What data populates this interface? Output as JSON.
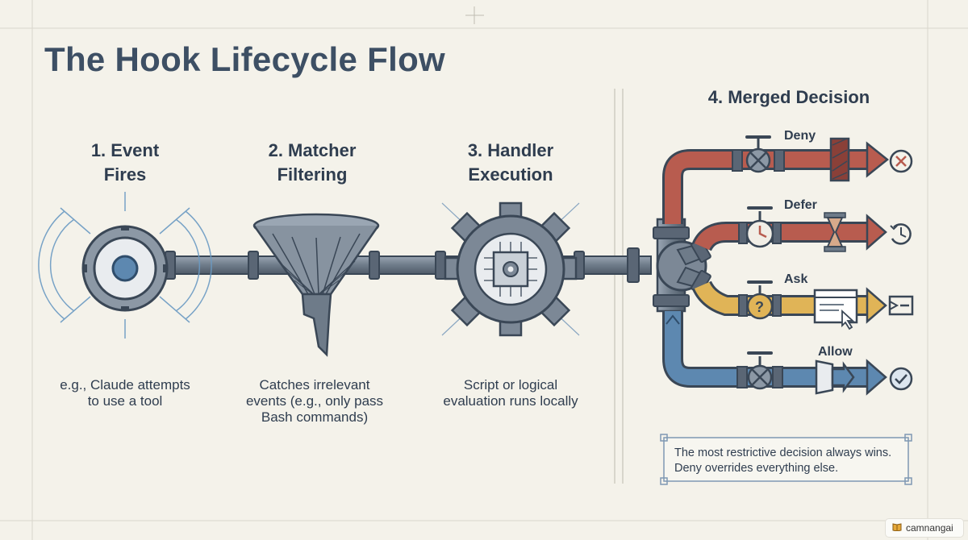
{
  "title": "The Hook Lifecycle Flow",
  "steps": [
    {
      "title_line1": "1. Event",
      "title_line2": "Fires",
      "desc_line1": "e.g., Claude attempts",
      "desc_line2": "to use a tool",
      "desc_line3": ""
    },
    {
      "title_line1": "2. Matcher",
      "title_line2": "Filtering",
      "desc_line1": "Catches irrelevant",
      "desc_line2": "events (e.g., only pass",
      "desc_line3": "Bash commands)"
    },
    {
      "title_line1": "3. Handler",
      "title_line2": "Execution",
      "desc_line1": "Script or logical",
      "desc_line2": "evaluation runs locally",
      "desc_line3": ""
    }
  ],
  "merged": {
    "title": "4. Merged Decision",
    "outcomes": [
      {
        "label": "Deny",
        "color": "#b85c4f",
        "icon": "x-circle-icon"
      },
      {
        "label": "Defer",
        "color": "#b85c4f",
        "icon": "clock-icon"
      },
      {
        "label": "Ask",
        "color": "#e0b457",
        "icon": "prompt-icon"
      },
      {
        "label": "Allow",
        "color": "#5d88b0",
        "icon": "check-circle-icon"
      }
    ]
  },
  "note": {
    "line1": "The most restrictive decision always wins.",
    "line2": "Deny overrides everything else."
  },
  "brand": "camnangai",
  "colors": {
    "steel": "#6e7b89",
    "steel_dark": "#3a4756",
    "red": "#b85c4f",
    "yellow": "#e0b457",
    "blue": "#5d88b0",
    "bg": "#f4f2ea",
    "ink": "#2f3d4f"
  }
}
